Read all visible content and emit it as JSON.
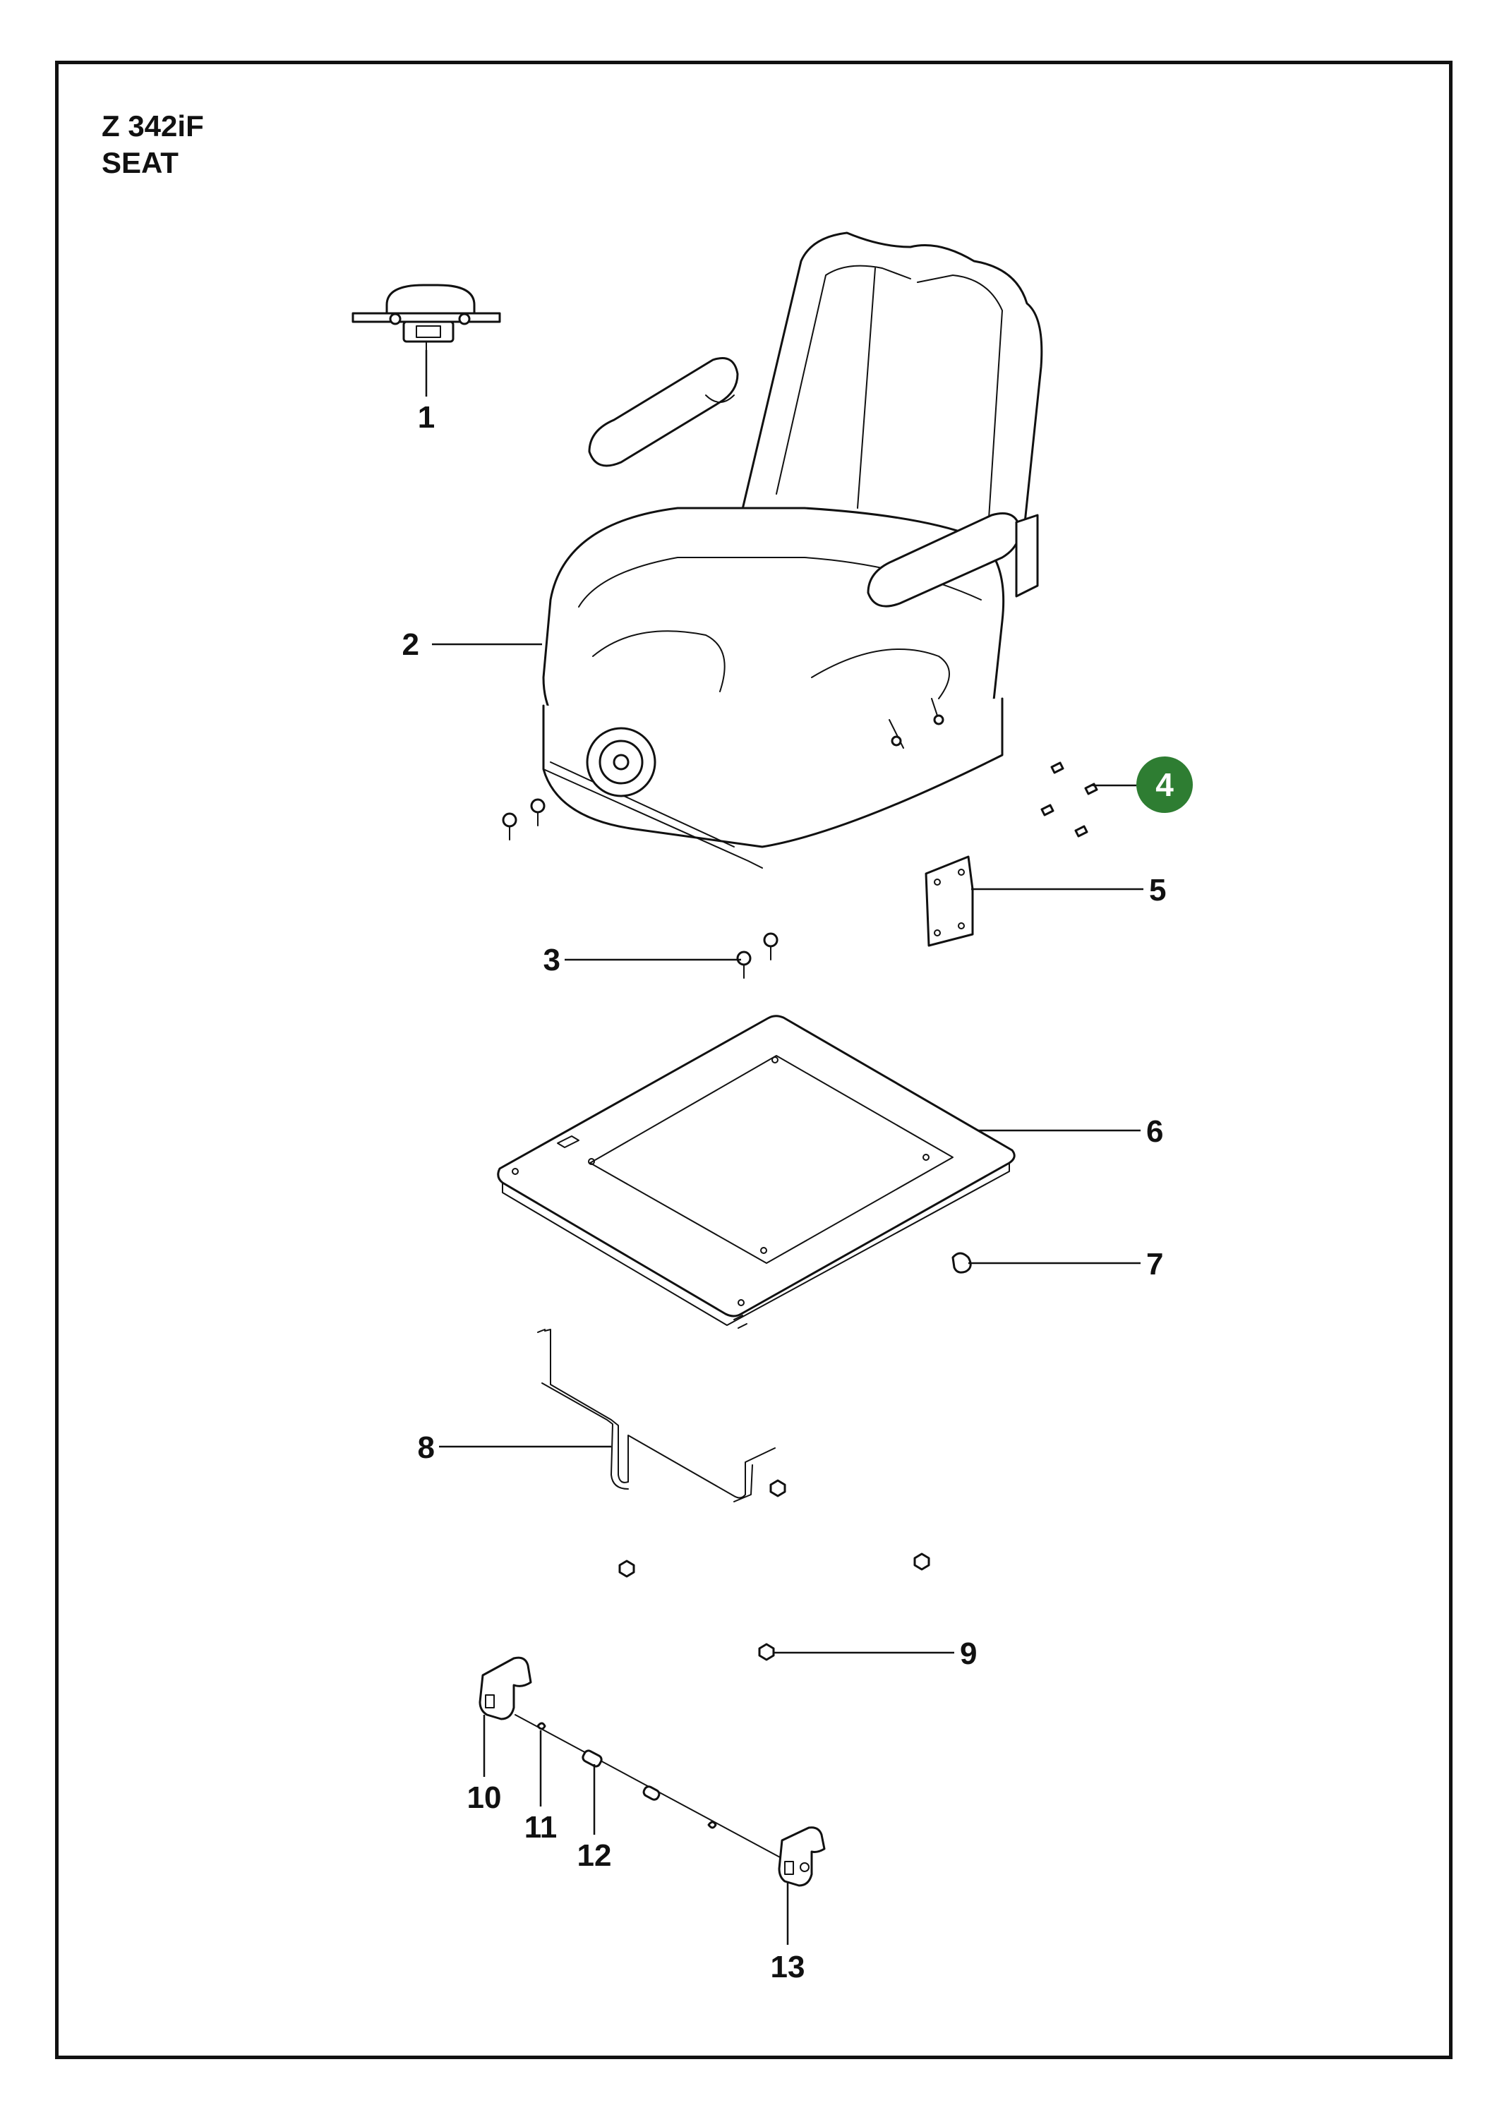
{
  "header": {
    "model": "Z 342iF",
    "assembly": "SEAT"
  },
  "highlight_color": "#2e7d32",
  "callouts": [
    {
      "id": "1",
      "label": "1"
    },
    {
      "id": "2",
      "label": "2"
    },
    {
      "id": "3",
      "label": "3"
    },
    {
      "id": "4",
      "label": "4",
      "highlighted": true
    },
    {
      "id": "5",
      "label": "5"
    },
    {
      "id": "6",
      "label": "6"
    },
    {
      "id": "7",
      "label": "7"
    },
    {
      "id": "8",
      "label": "8"
    },
    {
      "id": "9",
      "label": "9"
    },
    {
      "id": "10",
      "label": "10"
    },
    {
      "id": "11",
      "label": "11"
    },
    {
      "id": "12",
      "label": "12"
    },
    {
      "id": "13",
      "label": "13"
    }
  ]
}
